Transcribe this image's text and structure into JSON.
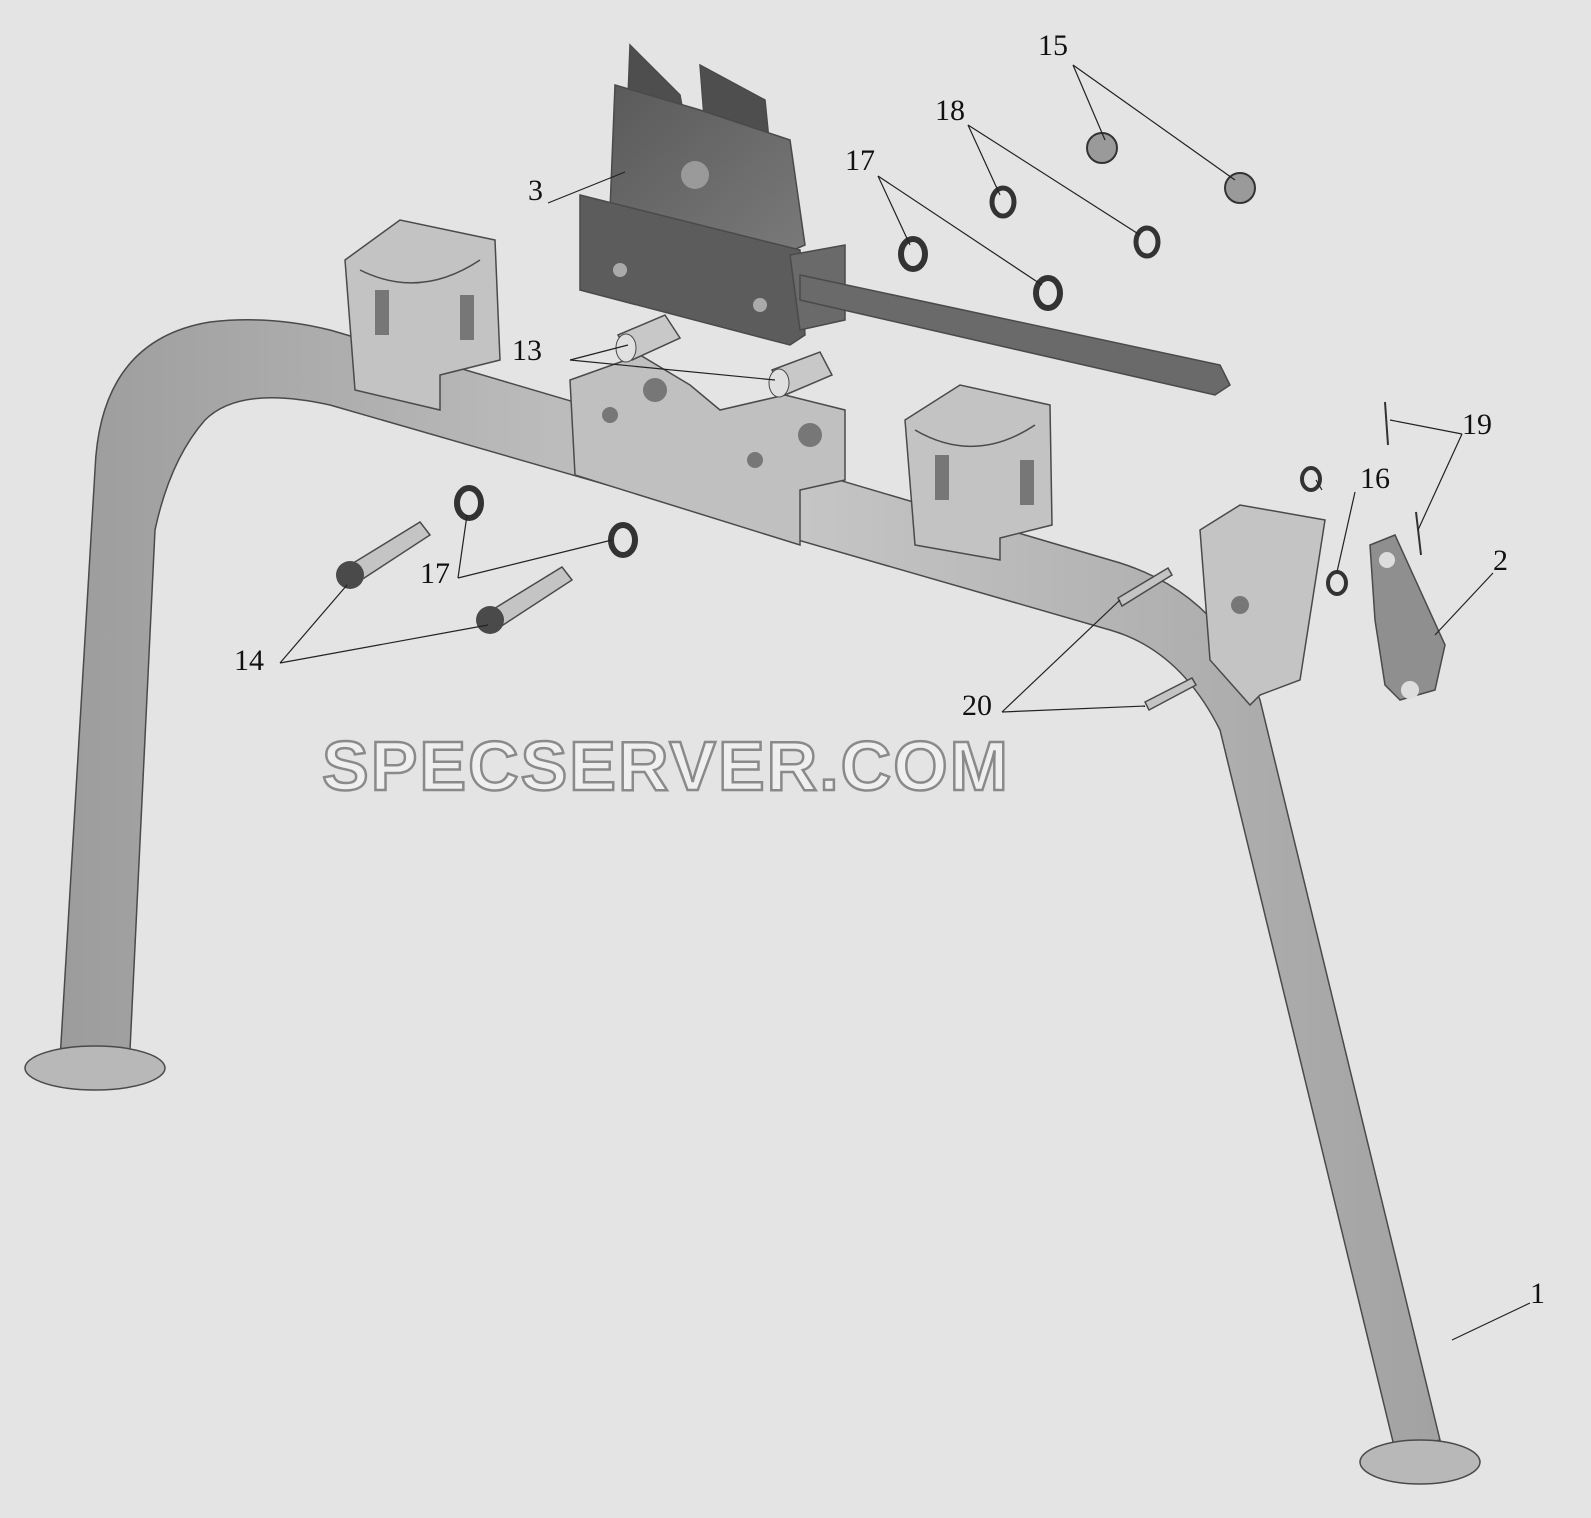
{
  "watermark": "SPECSERVER.COM",
  "callouts": {
    "c1": "1",
    "c2": "2",
    "c3": "3",
    "c13": "13",
    "c14": "14",
    "c15": "15",
    "c16": "16",
    "c17a": "17",
    "c17b": "17",
    "c18": "18",
    "c19": "19",
    "c20": "20"
  },
  "colors": {
    "background": "#e4e4e4",
    "part_light": "#bfbfbf",
    "part_mid": "#a9a9a9",
    "part_dark": "#6e6e6e"
  }
}
